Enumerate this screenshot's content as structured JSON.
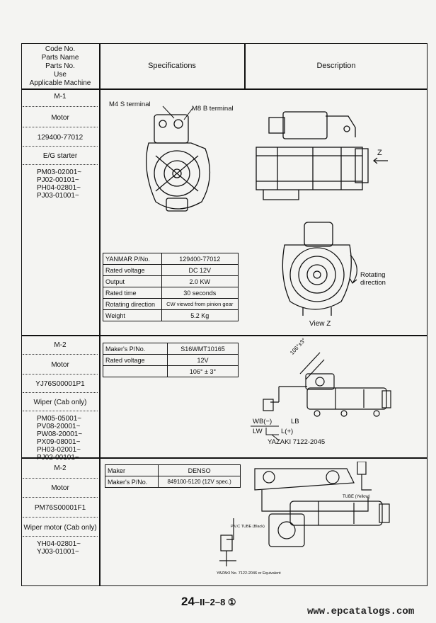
{
  "header": {
    "col1": [
      "Code No.",
      "Parts Name",
      "Parts No.",
      "Use",
      "Applicable Machine"
    ],
    "col2": "Specifications",
    "col3": "Description"
  },
  "rows": [
    {
      "code": "M-1",
      "name": "Motor",
      "part_no": "129400-77012",
      "use": "E/G starter",
      "machines": [
        "PM03-02001~",
        "PJ02-00101~",
        "PH04-02801~",
        "PJ03-01001~"
      ],
      "labels": {
        "m4": "M4 S terminal",
        "m8": "M8 B terminal",
        "z": "Z",
        "rot": [
          "Rotating",
          "direction"
        ],
        "view": "View  Z"
      },
      "spec": [
        [
          "YANMAR P/No.",
          "129400-77012"
        ],
        [
          "Rated voltage",
          "DC 12V"
        ],
        [
          "Output",
          "2.0 KW"
        ],
        [
          "Rated time",
          "30 seconds"
        ],
        [
          "Rotating direction",
          "CW viewed from pinion gear"
        ],
        [
          "Weight",
          "5.2 Kg"
        ]
      ]
    },
    {
      "code": "M-2",
      "name": "Motor",
      "part_no": "YJ76S00001P1",
      "use": "Wiper (Cab only)",
      "machines": [
        "PM05-05001~",
        "PV08-20001~",
        "PW08-20001~",
        "PX09-08001~",
        "PH03-02001~",
        "PJ02-00101~"
      ],
      "labels": {
        "angle": "106°±3°",
        "wb": "WB(−)",
        "lb": "LB",
        "lw": "LW",
        "l": "L(+)",
        "yazaki": "YAZAKI 7122-2045"
      },
      "spec": [
        [
          "Maker's P/No.",
          "S16WMT10165"
        ],
        [
          "Rated voltage",
          "12V"
        ],
        [
          "",
          "106° ± 3°"
        ]
      ]
    },
    {
      "code": "M-2",
      "name": "Motor",
      "part_no": "PM76S00001F1",
      "use": "Wiper motor (Cab only)",
      "machines": [
        "YH04-02801~",
        "YJ03-01001~"
      ],
      "labels": {
        "tube": "TUBE (Yellow)",
        "pv": "P.V.C TUBE (Black)",
        "yazaki": "YAZAKI No. 7122-2046 or Equivalent"
      },
      "spec": [
        [
          "Maker",
          "DENSO"
        ],
        [
          "Maker's P/No.",
          "849100-5120 (12V spec.)"
        ]
      ]
    }
  ],
  "footer": {
    "page_big": "24",
    "page_rest": "–II–2–8 ①"
  },
  "watermark": "www.epcatalogs.com"
}
